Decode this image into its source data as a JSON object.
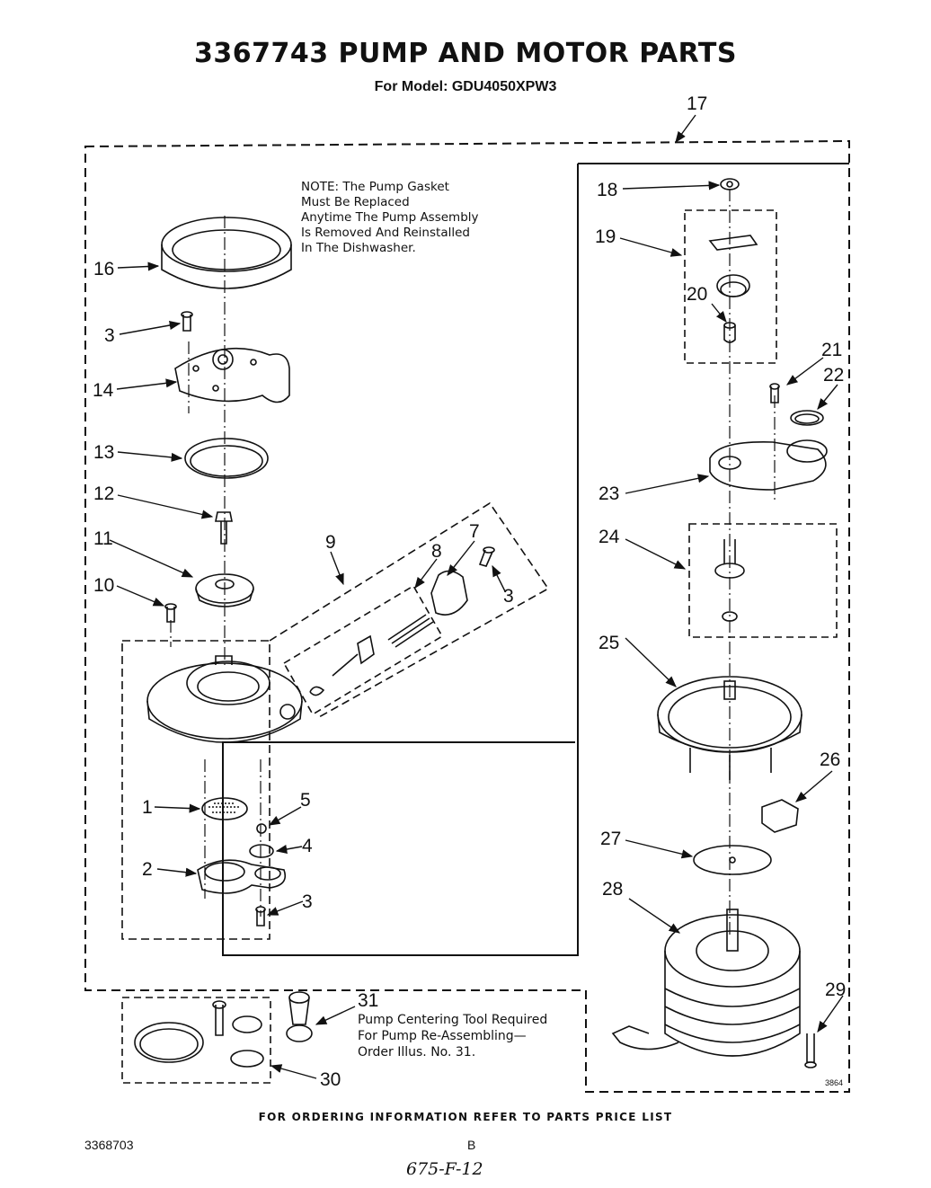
{
  "page": {
    "title": "3367743 PUMP AND MOTOR PARTS",
    "subtitle": "For Model: GDU4050XPW3",
    "note": "NOTE: The Pump Gasket\nMust Be Replaced\nAnytime The Pump Assembly\nIs Removed And Reinstalled\nIn The Dishwasher.",
    "tool_note": "Pump Centering Tool Required\nFor Pump Re-Assembling—\nOrder Illus. No. 31.",
    "footer": "FOR ORDERING INFORMATION REFER TO PARTS PRICE LIST",
    "doc_number": "3368703",
    "page_letter": "B",
    "handwritten": "675-F-12",
    "drawing_code": "3864"
  },
  "callouts": {
    "c1": "1",
    "c2": "2",
    "c3a": "3",
    "c3b": "3",
    "c3c": "3",
    "c4": "4",
    "c5": "5",
    "c7": "7",
    "c8": "8",
    "c9": "9",
    "c10": "10",
    "c11": "11",
    "c12": "12",
    "c13": "13",
    "c14": "14",
    "c16": "16",
    "c17": "17",
    "c18": "18",
    "c19": "19",
    "c20": "20",
    "c21": "21",
    "c22": "22",
    "c23": "23",
    "c24": "24",
    "c25": "25",
    "c26": "26",
    "c27": "27",
    "c28": "28",
    "c29": "29",
    "c30": "30",
    "c31": "31"
  }
}
